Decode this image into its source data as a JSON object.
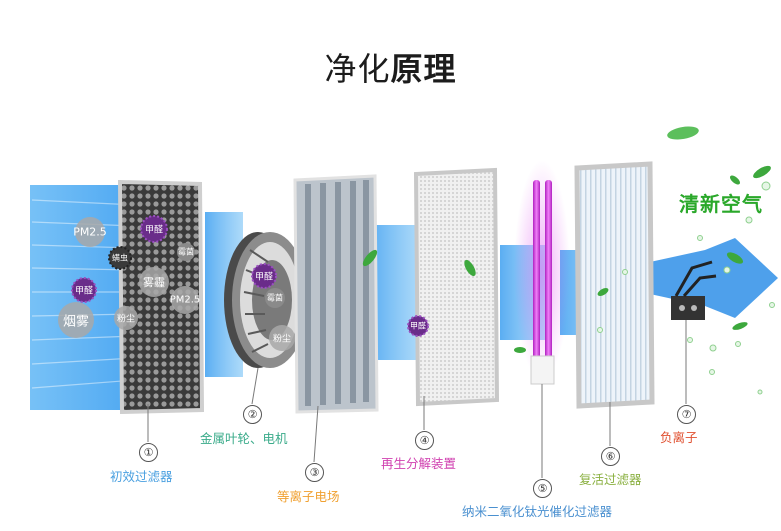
{
  "title": {
    "part1": "净化",
    "part2": "原理"
  },
  "clean_air_label": "清新空气",
  "stages": [
    {
      "num": "①",
      "label": "初效过滤器",
      "color": "#4aa0e0"
    },
    {
      "num": "②",
      "label": "金属叶轮、电机",
      "color": "#3aab8a"
    },
    {
      "num": "③",
      "label": "等离子电场",
      "color": "#f0a030"
    },
    {
      "num": "④",
      "label": "再生分解装置",
      "color": "#d040b0"
    },
    {
      "num": "⑤",
      "label": "纳米二氧化钛光催化过滤器",
      "color": "#4a90d0"
    },
    {
      "num": "⑥",
      "label": "复活过滤器",
      "color": "#8ab040"
    },
    {
      "num": "⑦",
      "label": "负离子",
      "color": "#e05030"
    }
  ],
  "pollutants": [
    {
      "text": "PM2.5",
      "kind": "dust"
    },
    {
      "text": "甲醛",
      "kind": "formaldehyde"
    },
    {
      "text": "螨虫",
      "kind": "mite"
    },
    {
      "text": "霉菌",
      "kind": "mold"
    },
    {
      "text": "雾霾",
      "kind": "dust"
    },
    {
      "text": "甲醛",
      "kind": "formaldehyde"
    },
    {
      "text": "PM2.5",
      "kind": "dust"
    },
    {
      "text": "烟雾",
      "kind": "dust"
    },
    {
      "text": "粉尘",
      "kind": "dust"
    },
    {
      "text": "甲醛",
      "kind": "formaldehyde"
    },
    {
      "text": "霉菌",
      "kind": "mold"
    },
    {
      "text": "粉尘",
      "kind": "dust"
    },
    {
      "text": "甲醛",
      "kind": "formaldehyde"
    }
  ]
}
